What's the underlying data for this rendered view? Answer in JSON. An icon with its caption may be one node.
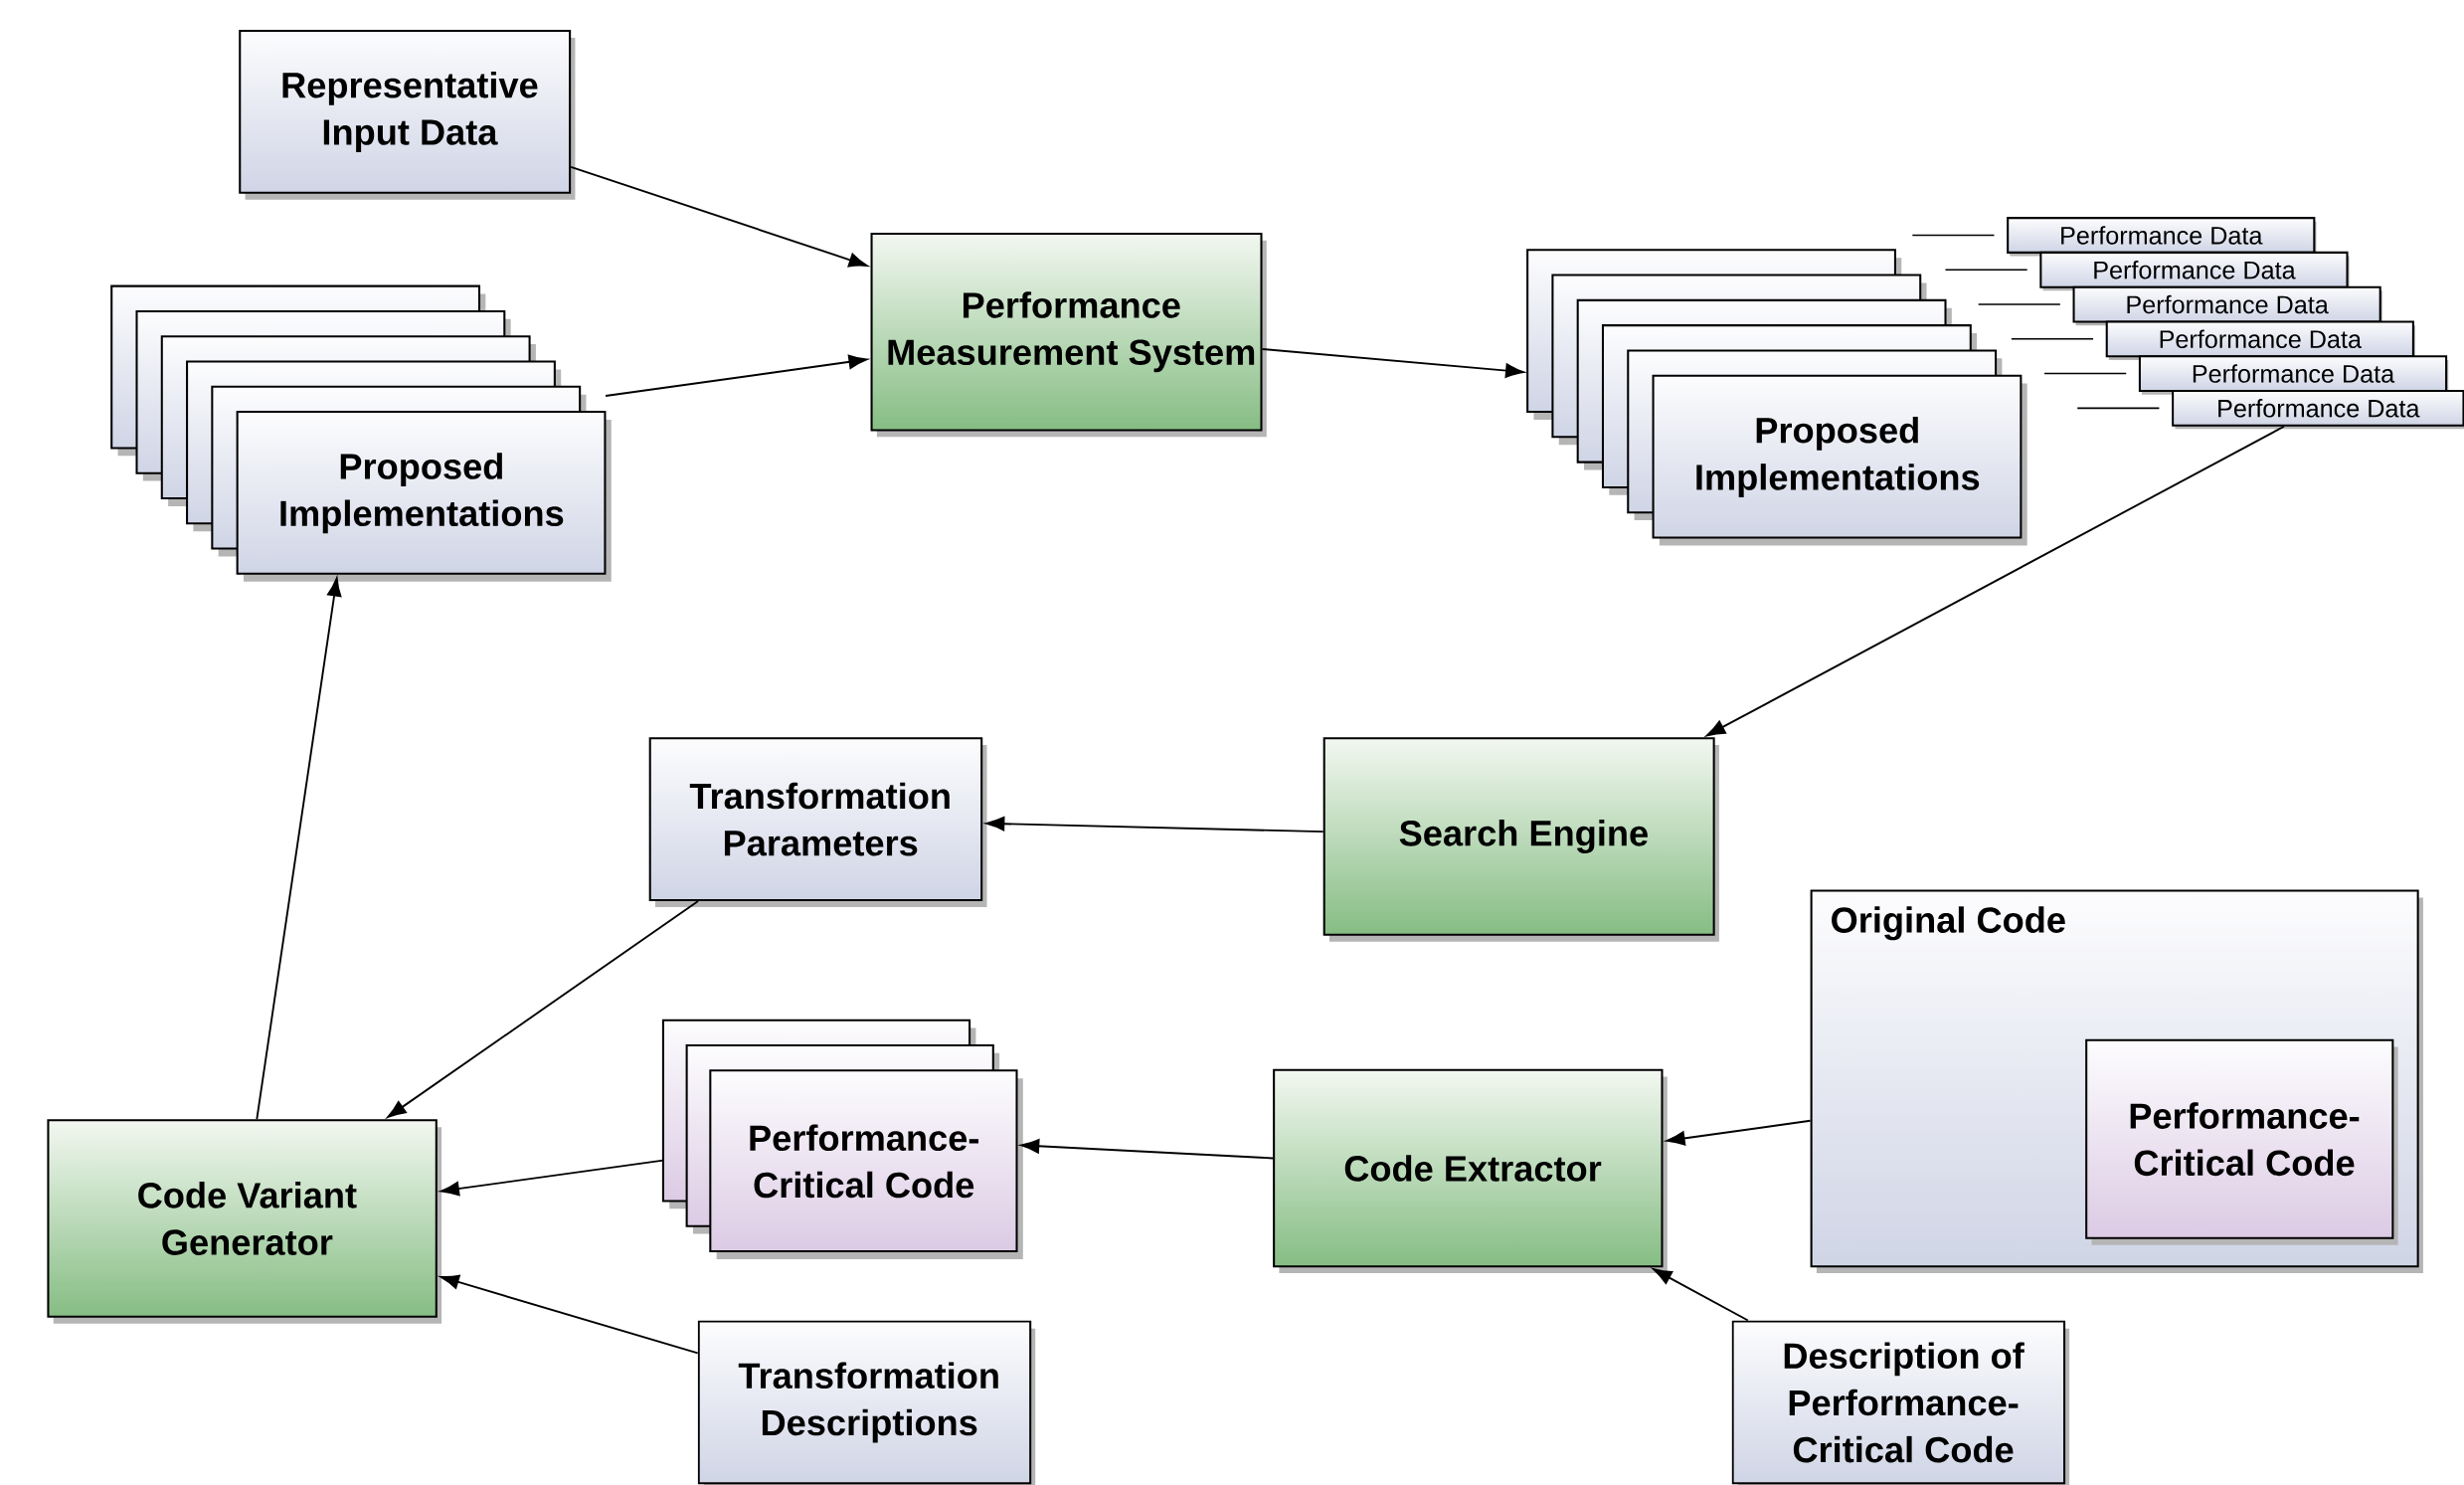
{
  "diagram": {
    "nodes": [
      {
        "text": [
          "Representative Input Data"
        ]
      },
      {
        "text": [
          "Proposed Implementations"
        ]
      },
      {
        "text": [
          "Performance Measurement System"
        ]
      },
      {
        "text": [
          "Proposed Implementations"
        ]
      },
      {
        "text": [
          "Performance Data"
        ]
      },
      {
        "text": [
          "Performance Data"
        ]
      },
      {
        "text": [
          "Performance Data"
        ]
      },
      {
        "text": [
          "Performance Data"
        ]
      },
      {
        "text": [
          "Performance Data"
        ]
      },
      {
        "text": [
          "Performance Data"
        ]
      },
      {
        "text": [
          "Transformation Parameters"
        ]
      },
      {
        "text": [
          "Search Engine"
        ]
      },
      {
        "text": [
          "Original Code"
        ]
      },
      {
        "text": [
          "Performance-Critical Code"
        ],
        "in": 12
      },
      {
        "text": [
          "Performance-Critical Code"
        ]
      },
      {
        "text": [
          "Code Extractor"
        ]
      },
      {
        "text": [
          "Code Variant Generator"
        ]
      },
      {
        "text": [
          "Transformation Descriptions"
        ]
      },
      {
        "text": [
          "Description of Performance-Critical Code"
        ]
      }
    ],
    "edges": [
      {
        "from": 0,
        "to": 2,
        "arrow": "to"
      },
      {
        "from": 1,
        "to": 2,
        "arrow": "to"
      },
      {
        "from": 2,
        "to": 3,
        "arrow": "to"
      },
      {
        "from": 9,
        "to": 11,
        "arrow": "to"
      },
      {
        "from": 11,
        "to": 10,
        "arrow": "to"
      },
      {
        "from": 10,
        "to": 16,
        "arrow": "to"
      },
      {
        "from": 16,
        "to": 1,
        "arrow": "to"
      },
      {
        "from": 12,
        "to": 15,
        "arrow": "to"
      },
      {
        "from": 15,
        "to": 14,
        "arrow": "to"
      },
      {
        "from": 14,
        "to": 16,
        "arrow": "to"
      },
      {
        "from": 17,
        "to": 16,
        "arrow": "to"
      },
      {
        "from": 18,
        "to": 15,
        "arrow": "to"
      },
      {
        "from": 3,
        "to": 4,
        "arrow": "none"
      },
      {
        "from": 3,
        "to": 5,
        "arrow": "none"
      },
      {
        "from": 3,
        "to": 6,
        "arrow": "none"
      },
      {
        "from": 3,
        "to": 7,
        "arrow": "none"
      },
      {
        "from": 3,
        "to": 8,
        "arrow": "none"
      },
      {
        "from": 3,
        "to": 9,
        "arrow": "none"
      }
    ]
  }
}
